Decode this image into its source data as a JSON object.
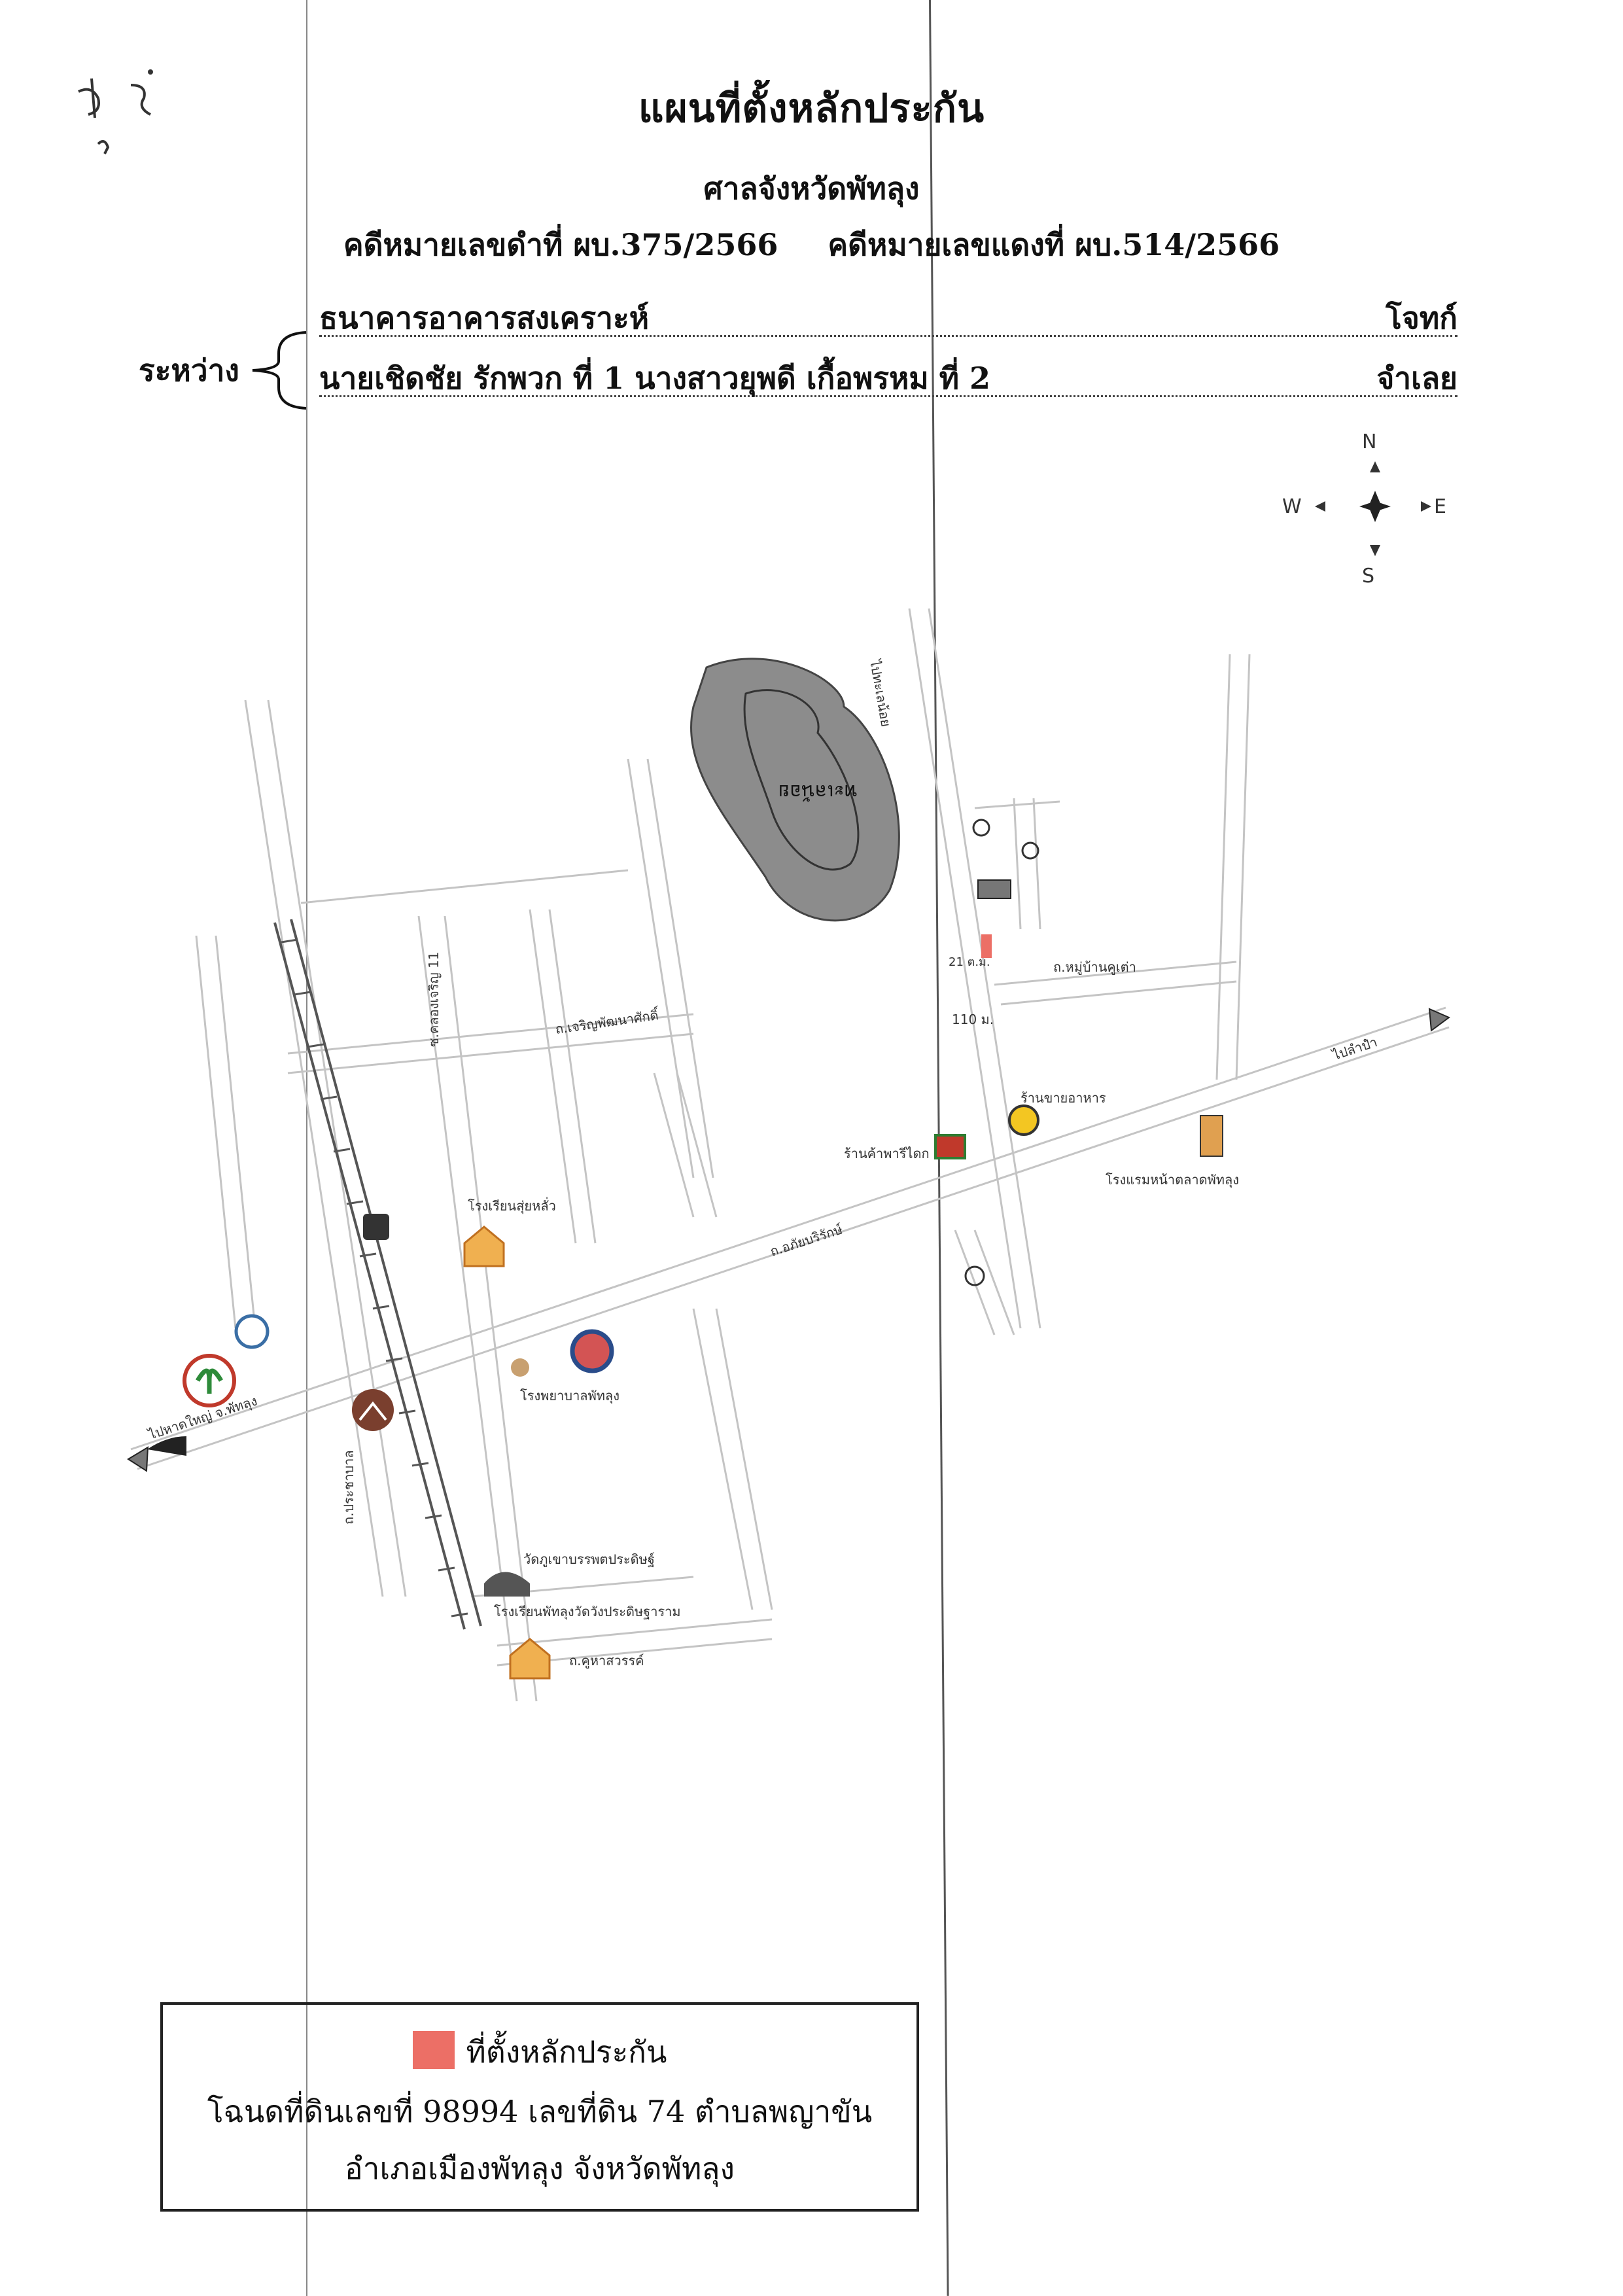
{
  "header": {
    "title": "แผนที่ตั้งหลักประกัน",
    "court": "ศาลจังหวัดพัทลุง",
    "black_case": "คดีหมายเลขดำที่ ผบ.375/2566",
    "red_case": "คดีหมายเลขแดงที่ ผบ.514/2566"
  },
  "parties": {
    "between_label": "ระหว่าง",
    "plaintiff": "ธนาคารอาคารสงเคราะห์",
    "plaintiff_role": "โจทก์",
    "defendants": "นายเชิดชัย รักพวก ที่ 1 นางสาวยุพดี เกื้อพรหม ที่ 2",
    "defendant_role": "จำเลย"
  },
  "compass": {
    "n": "N",
    "s": "S",
    "e": "E",
    "w": "W"
  },
  "map": {
    "colors": {
      "marker": "#ec6f66",
      "lake": "#8c8c8c",
      "road": "#bdbdbd"
    },
    "labels": {
      "lake": "ทะเลน้อย",
      "to_north": "ไปทะเลน้อย",
      "soi_11": "ซ.คลองเจริญ 11",
      "charoen_road": "ถ.เจริญพัฒนาศักดิ์",
      "school_a": "โรงเรียนสุ่ยหลั่ว",
      "to_east": "ไปลำปำ",
      "to_west": "ไปหาดใหญ่ จ.พัทลุง",
      "main_road": "ถ.อภัยบริรักษ์",
      "market": "ร้านค้าพารีไดก",
      "shop": "ร้านขายอาหาร",
      "hotel": "โรงแรมหน้าตลาดพัทลุง",
      "school_b": "โรงพยาบาลพัทลุง",
      "temple": "วัดภูเขาบรรพตประดิษฐ์",
      "school_c": "โรงเรียนพัทลุงวัดวังประดิษฐาราม",
      "road_khuha": "ถ.คูหาสวรรค์",
      "road_prachabal": "ถ.ประชาบาล",
      "collateral": "21 ต.ม.",
      "side_road": "ถ.หมู่บ้านคูเต่า",
      "distance": "110 ม."
    }
  },
  "legend": {
    "marker_label": "ที่ตั้งหลักประกัน",
    "deed_line": "โฉนดที่ดินเลขที่ 98994 เลขที่ดิน 74 ตำบลพญาขัน",
    "location_line": "อำเภอเมืองพัทลุง จังหวัดพัทลุง"
  },
  "margin_marks": "สำเนา"
}
